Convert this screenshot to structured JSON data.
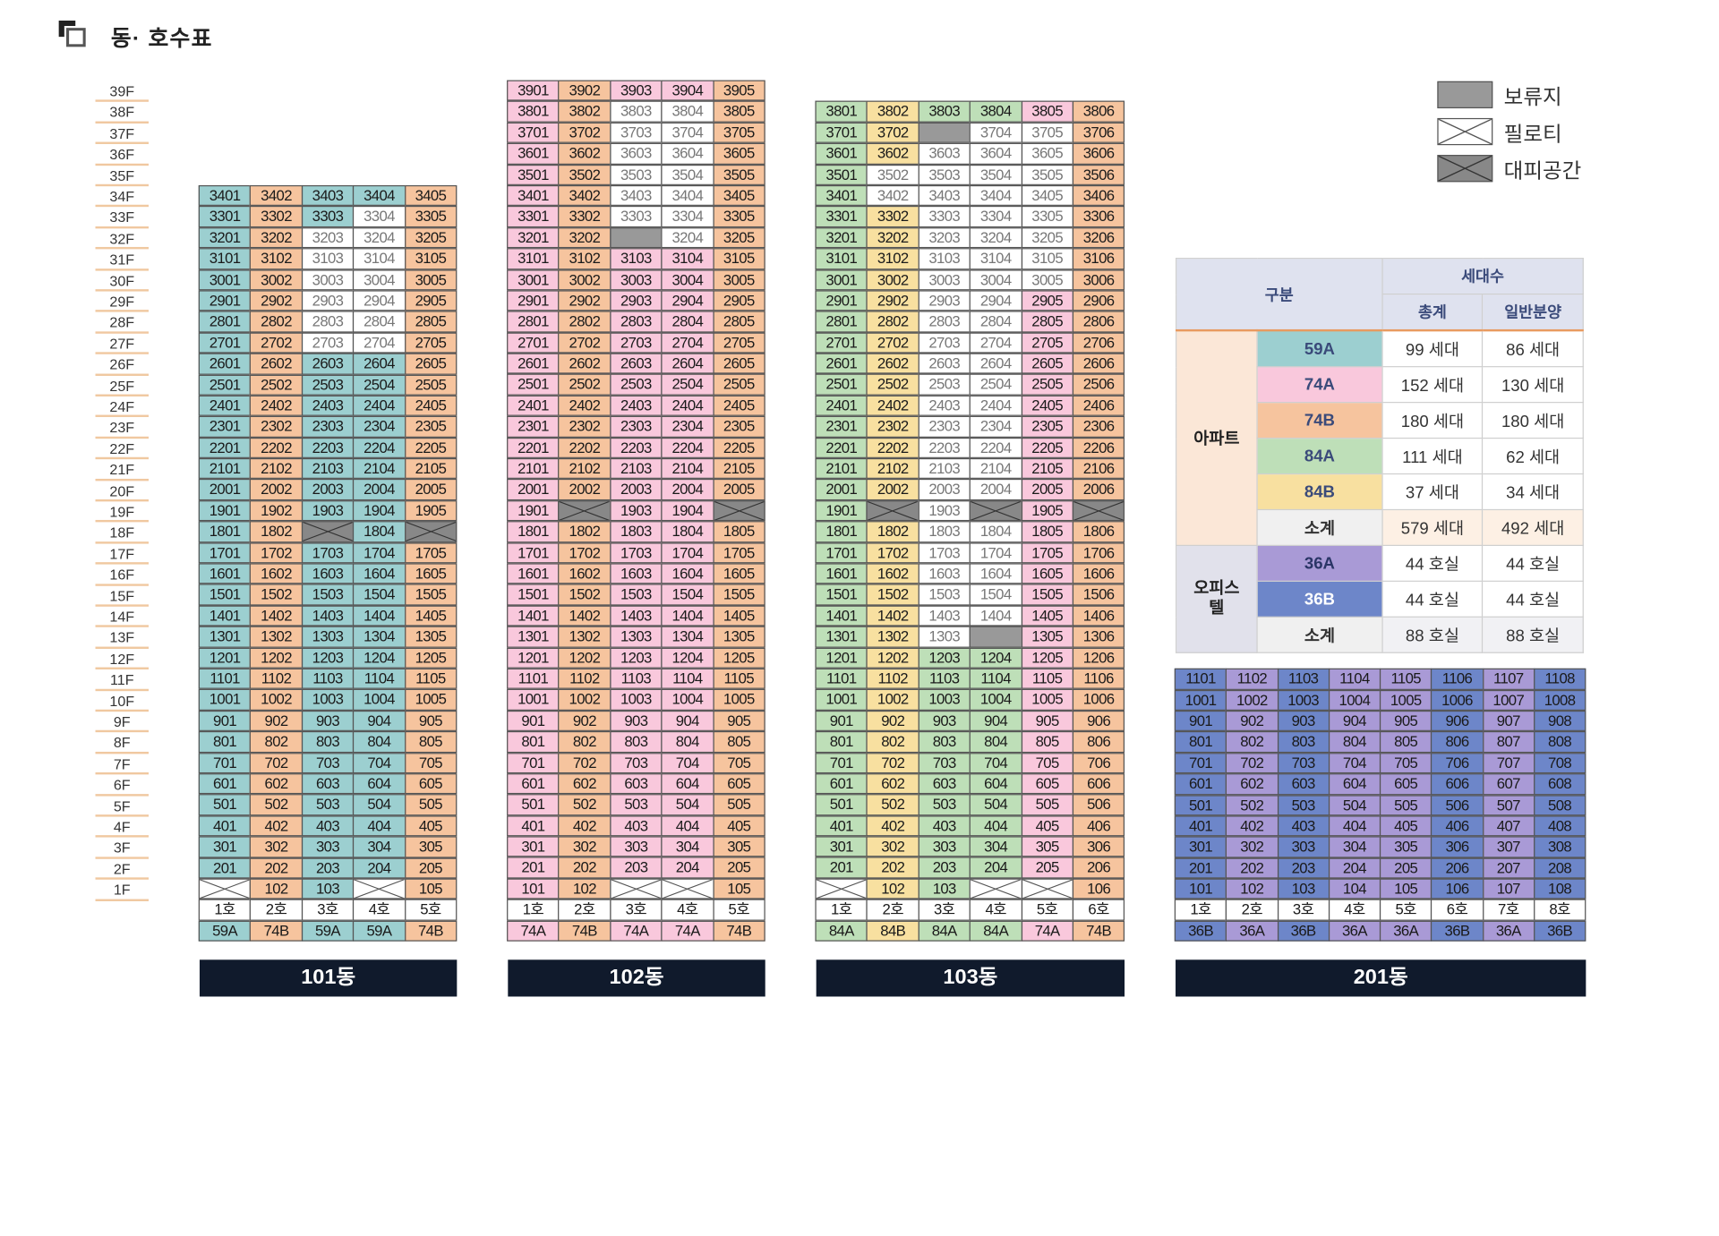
{
  "header": {
    "title": "동· 호수표"
  },
  "floors": [
    "39F",
    "38F",
    "37F",
    "36F",
    "35F",
    "34F",
    "33F",
    "32F",
    "31F",
    "30F",
    "29F",
    "28F",
    "27F",
    "26F",
    "25F",
    "24F",
    "23F",
    "22F",
    "21F",
    "20F",
    "19F",
    "18F",
    "17F",
    "16F",
    "15F",
    "14F",
    "13F",
    "12F",
    "11F",
    "10F",
    "9F",
    "8F",
    "7F",
    "6F",
    "5F",
    "4F",
    "3F",
    "2F",
    "1F"
  ],
  "legend": [
    {
      "label": "보류지",
      "kind": "hold"
    },
    {
      "label": "필로티",
      "kind": "piloti"
    },
    {
      "label": "대피공간",
      "kind": "refuge"
    }
  ],
  "type_colors": {
    "59A": "#9ccfd0",
    "74A": "#f9c8dc",
    "74B": "#f6c49e",
    "84A": "#bedfb8",
    "84B": "#f8e0a0",
    "36A": "#a99ad6",
    "36B": "#6d86c9"
  },
  "buildings": [
    {
      "name": "101동",
      "top_floor": 34,
      "hos": [
        "1호",
        "2호",
        "3호",
        "4호",
        "5호"
      ],
      "types": [
        "59A",
        "74B",
        "59A",
        "59A",
        "74B"
      ],
      "general": {
        "33": [
          4
        ],
        "32": [
          3,
          4
        ],
        "31": [
          3,
          4
        ],
        "30": [
          3,
          4
        ],
        "29": [
          3,
          4
        ],
        "28": [
          3,
          4
        ],
        "27": [
          3,
          4
        ]
      },
      "hold": {},
      "refuge": {
        "18": [
          3,
          5
        ]
      },
      "piloti1": [
        1,
        4
      ],
      "first_floor": [
        "",
        "102",
        "103",
        "",
        "105"
      ]
    },
    {
      "name": "102동",
      "top_floor": 39,
      "hos": [
        "1호",
        "2호",
        "3호",
        "4호",
        "5호"
      ],
      "types": [
        "74A",
        "74B",
        "74A",
        "74A",
        "74B"
      ],
      "general": {
        "38": [
          3,
          4
        ],
        "37": [
          3,
          4
        ],
        "36": [
          3,
          4
        ],
        "35": [
          3,
          4
        ],
        "34": [
          3,
          4
        ],
        "33": [
          3,
          4
        ],
        "32": [
          4
        ]
      },
      "hold": {
        "32": [
          3
        ]
      },
      "refuge": {
        "19": [
          2,
          5
        ]
      },
      "piloti1": [
        3,
        4
      ],
      "first_floor": [
        "101",
        "102",
        "",
        "",
        "105"
      ]
    },
    {
      "name": "103동",
      "top_floor": 38,
      "hos": [
        "1호",
        "2호",
        "3호",
        "4호",
        "5호",
        "6호"
      ],
      "types": [
        "84A",
        "84B",
        "84A",
        "84A",
        "74A",
        "74B"
      ],
      "general": {
        "37": [
          4,
          5
        ],
        "36": [
          3,
          4,
          5
        ],
        "35": [
          2,
          3,
          4,
          5
        ],
        "34": [
          2,
          3,
          4,
          5
        ],
        "33": [
          3,
          4,
          5
        ],
        "32": [
          3,
          4,
          5
        ],
        "31": [
          3,
          4,
          5
        ],
        "30": [
          3,
          4,
          5
        ],
        "29": [
          3,
          4
        ],
        "28": [
          3,
          4
        ],
        "27": [
          3,
          4
        ],
        "26": [
          3,
          4
        ],
        "25": [
          3,
          4
        ],
        "24": [
          3,
          4
        ],
        "23": [
          3,
          4
        ],
        "22": [
          3,
          4
        ],
        "21": [
          3,
          4
        ],
        "20": [
          3,
          4
        ],
        "19": [
          3
        ],
        "18": [
          3,
          4
        ],
        "17": [
          3,
          4
        ],
        "16": [
          3,
          4
        ],
        "15": [
          3,
          4
        ],
        "14": [
          3,
          4
        ],
        "13": [
          3
        ]
      },
      "hold": {
        "37": [
          3
        ],
        "13": [
          4
        ]
      },
      "refuge": {
        "19": [
          2,
          4,
          6
        ]
      },
      "piloti1": [
        1,
        4,
        5
      ],
      "first_floor": [
        "",
        "102",
        "103",
        "",
        "",
        "106"
      ]
    },
    {
      "name": "201동",
      "top_floor": 11,
      "hos": [
        "1호",
        "2호",
        "3호",
        "4호",
        "5호",
        "6호",
        "7호",
        "8호"
      ],
      "types": [
        "36B",
        "36A",
        "36B",
        "36A",
        "36A",
        "36B",
        "36A",
        "36B"
      ],
      "general": {},
      "hold": {},
      "refuge": {},
      "piloti1": [],
      "first_floor": [
        "101",
        "102",
        "103",
        "104",
        "105",
        "106",
        "107",
        "108"
      ]
    }
  ],
  "summary": {
    "headers": {
      "category": "구분",
      "households": "세대수",
      "total": "총계",
      "general_sale": "일반분양"
    },
    "groups": [
      {
        "name": "아파트",
        "rows": [
          {
            "type": "59A",
            "total": "99 세대",
            "general": "86 세대"
          },
          {
            "type": "74A",
            "total": "152 세대",
            "general": "130 세대"
          },
          {
            "type": "74B",
            "total": "180 세대",
            "general": "180 세대"
          },
          {
            "type": "84A",
            "total": "111 세대",
            "general": "62 세대"
          },
          {
            "type": "84B",
            "total": "37 세대",
            "general": "34 세대"
          }
        ],
        "subtotal": {
          "label": "소계",
          "total": "579 세대",
          "general": "492 세대"
        }
      },
      {
        "name": "오피스텔",
        "rows": [
          {
            "type": "36A",
            "total": "44 호실",
            "general": "44 호실"
          },
          {
            "type": "36B",
            "total": "44 호실",
            "general": "44 호실"
          }
        ],
        "subtotal": {
          "label": "소계",
          "total": "88 호실",
          "general": "88 호실"
        }
      }
    ]
  }
}
